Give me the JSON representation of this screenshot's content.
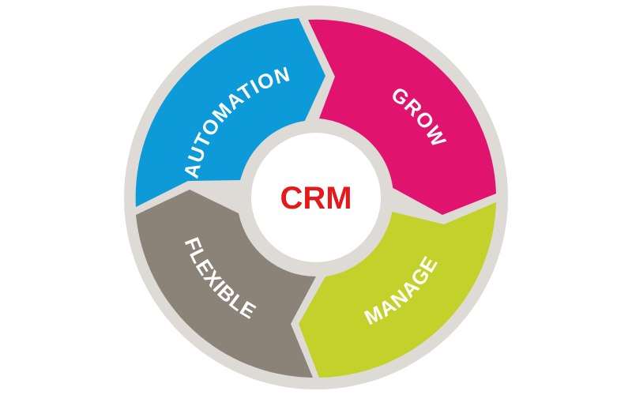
{
  "center": {
    "label": "CRM",
    "color": "#e3191c"
  },
  "segments": [
    {
      "id": "automation",
      "label": "AUTOMATION",
      "color": "#0c9ad8"
    },
    {
      "id": "grow",
      "label": "GROW",
      "color": "#e0136e"
    },
    {
      "id": "manage",
      "label": "MANAGE",
      "color": "#c5d12b"
    },
    {
      "id": "flexible",
      "label": "FLEXIBLE",
      "color": "#8b8378"
    }
  ],
  "ring_color": "#dedad6"
}
